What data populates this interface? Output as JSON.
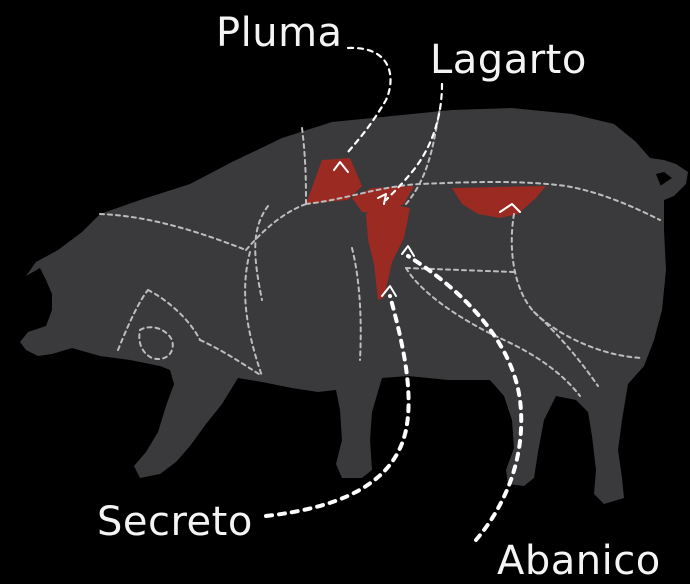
{
  "labels": {
    "pluma": "Pluma",
    "lagarto": "Lagarto",
    "secreto": "Secreto",
    "abanico": "Abanico"
  },
  "colors": {
    "background": "#000000",
    "body": "#3a393b",
    "cut_highlight": "#9a2a22",
    "cut_lines": "#bdbdbd",
    "text": "#f4f4f4"
  }
}
